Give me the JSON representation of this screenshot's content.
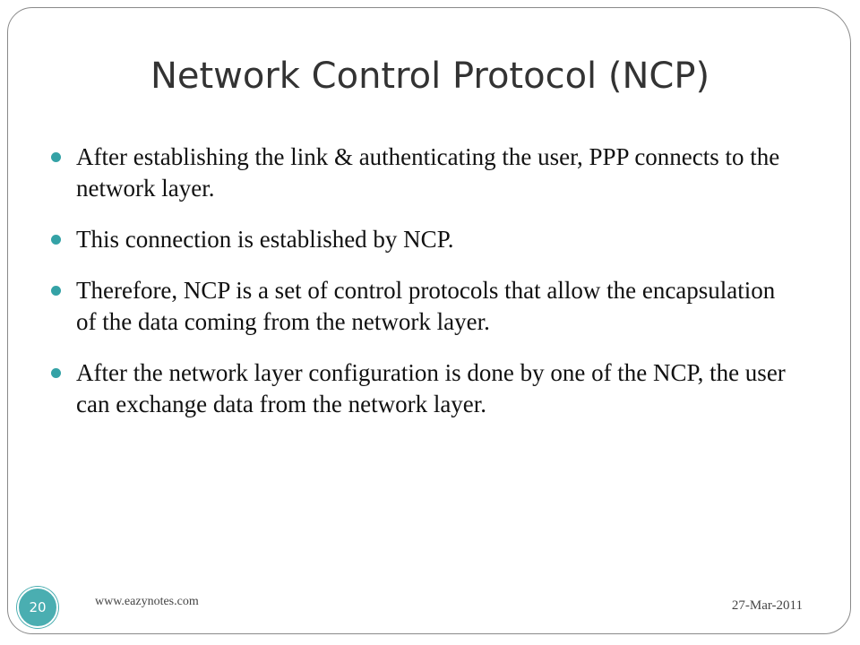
{
  "slide": {
    "title": "Network Control Protocol (NCP)",
    "bullets": [
      "After establishing the link & authenticating the user, PPP connects to the network layer.",
      "This connection is established by NCP.",
      "Therefore, NCP is a set of control protocols that allow the encapsulation of the data coming from the network layer.",
      "After the network layer configuration is done by one of the NCP, the user can exchange data from the network layer."
    ]
  },
  "footer": {
    "slide_number": "20",
    "url": "www.eazynotes.com",
    "date": "27-Mar-2011"
  },
  "colors": {
    "accent": "#4aaeb1",
    "bullet": "#34a2a6",
    "title_text": "#333333"
  }
}
